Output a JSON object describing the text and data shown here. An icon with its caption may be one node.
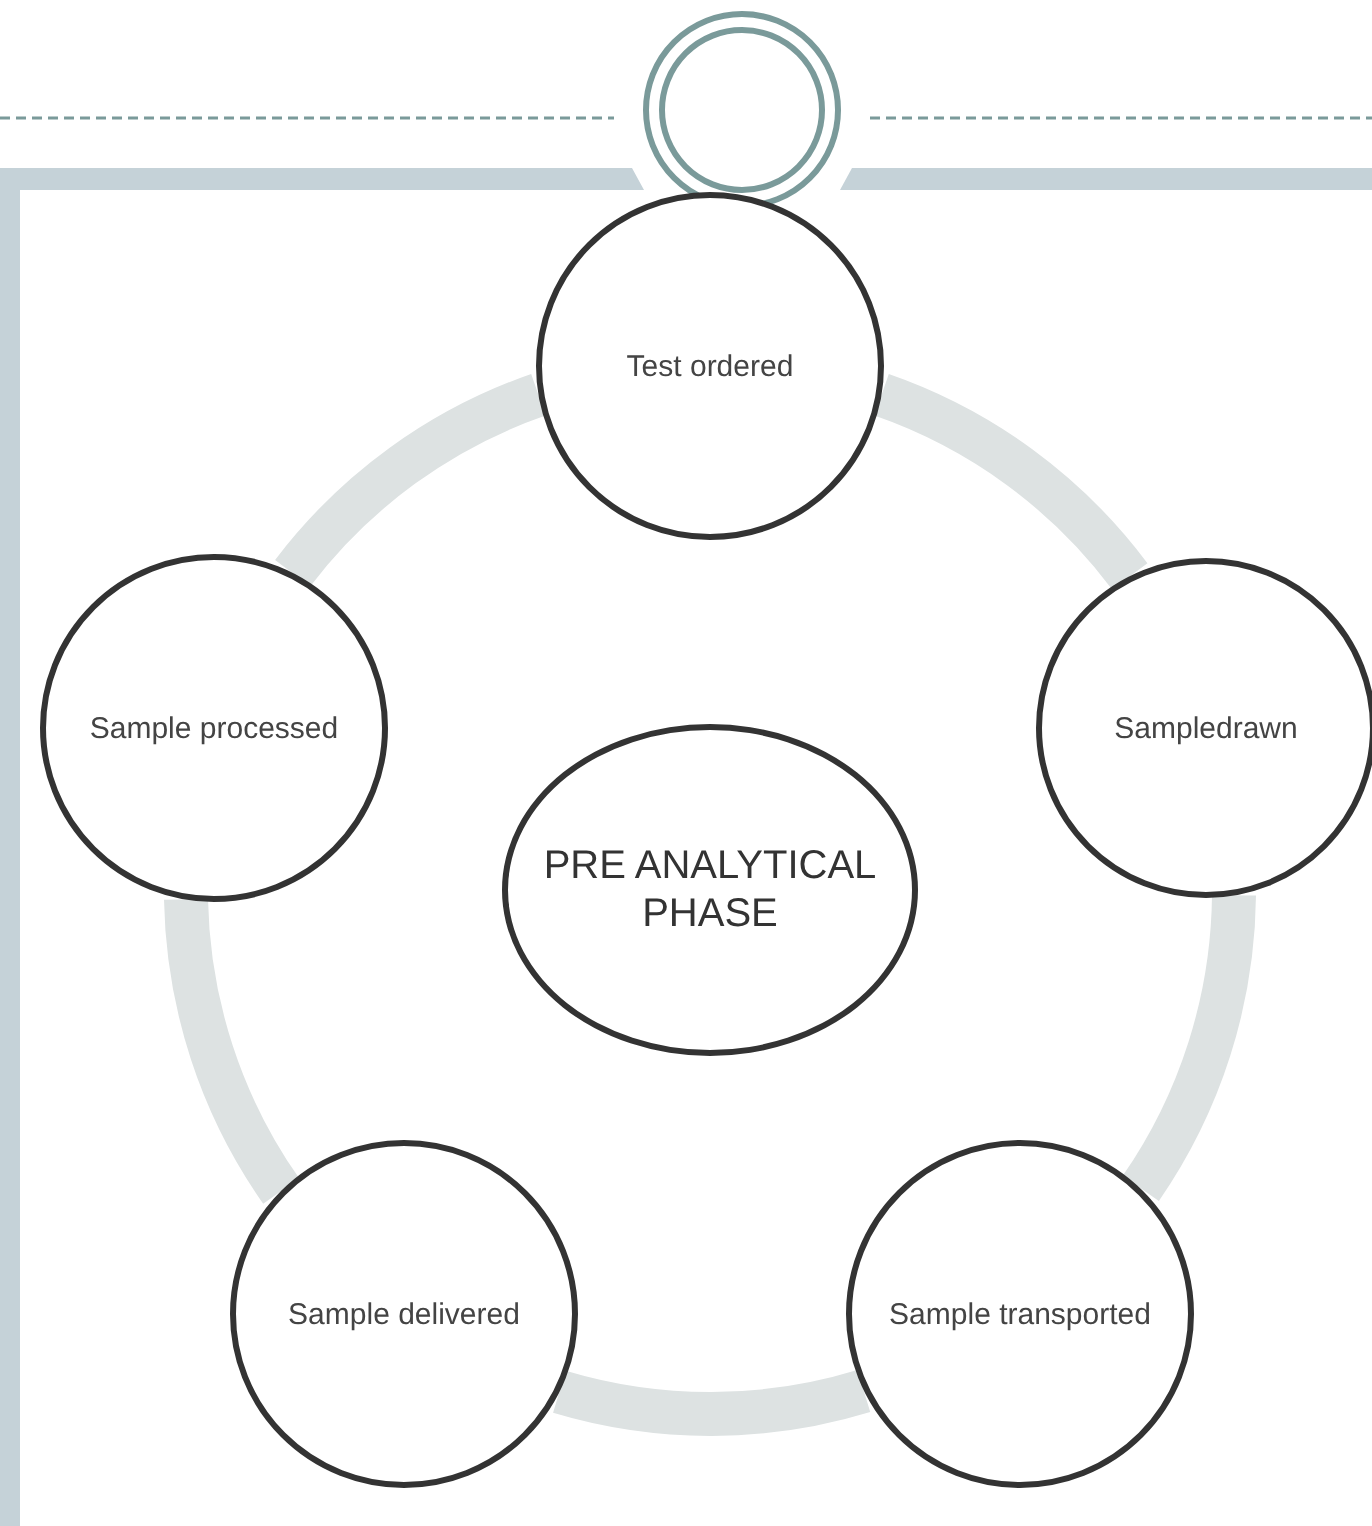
{
  "diagram": {
    "nodes": [
      {
        "text": [
          "Test ordered"
        ]
      },
      {
        "text": [
          "Sampledrawn"
        ]
      },
      {
        "text": [
          "Sample transported"
        ]
      },
      {
        "text": [
          "Sample delivered"
        ]
      },
      {
        "text": [
          "Sample processed"
        ]
      },
      {
        "text": [
          "PRE ANALYTICAL PHASE"
        ]
      }
    ],
    "edges": [
      {
        "from": 0,
        "to": 1,
        "arrow": "none"
      },
      {
        "from": 1,
        "to": 2,
        "arrow": "none"
      },
      {
        "from": 2,
        "to": 3,
        "arrow": "none"
      },
      {
        "from": 3,
        "to": 4,
        "arrow": "none"
      },
      {
        "from": 4,
        "to": 0,
        "arrow": "none"
      }
    ]
  }
}
